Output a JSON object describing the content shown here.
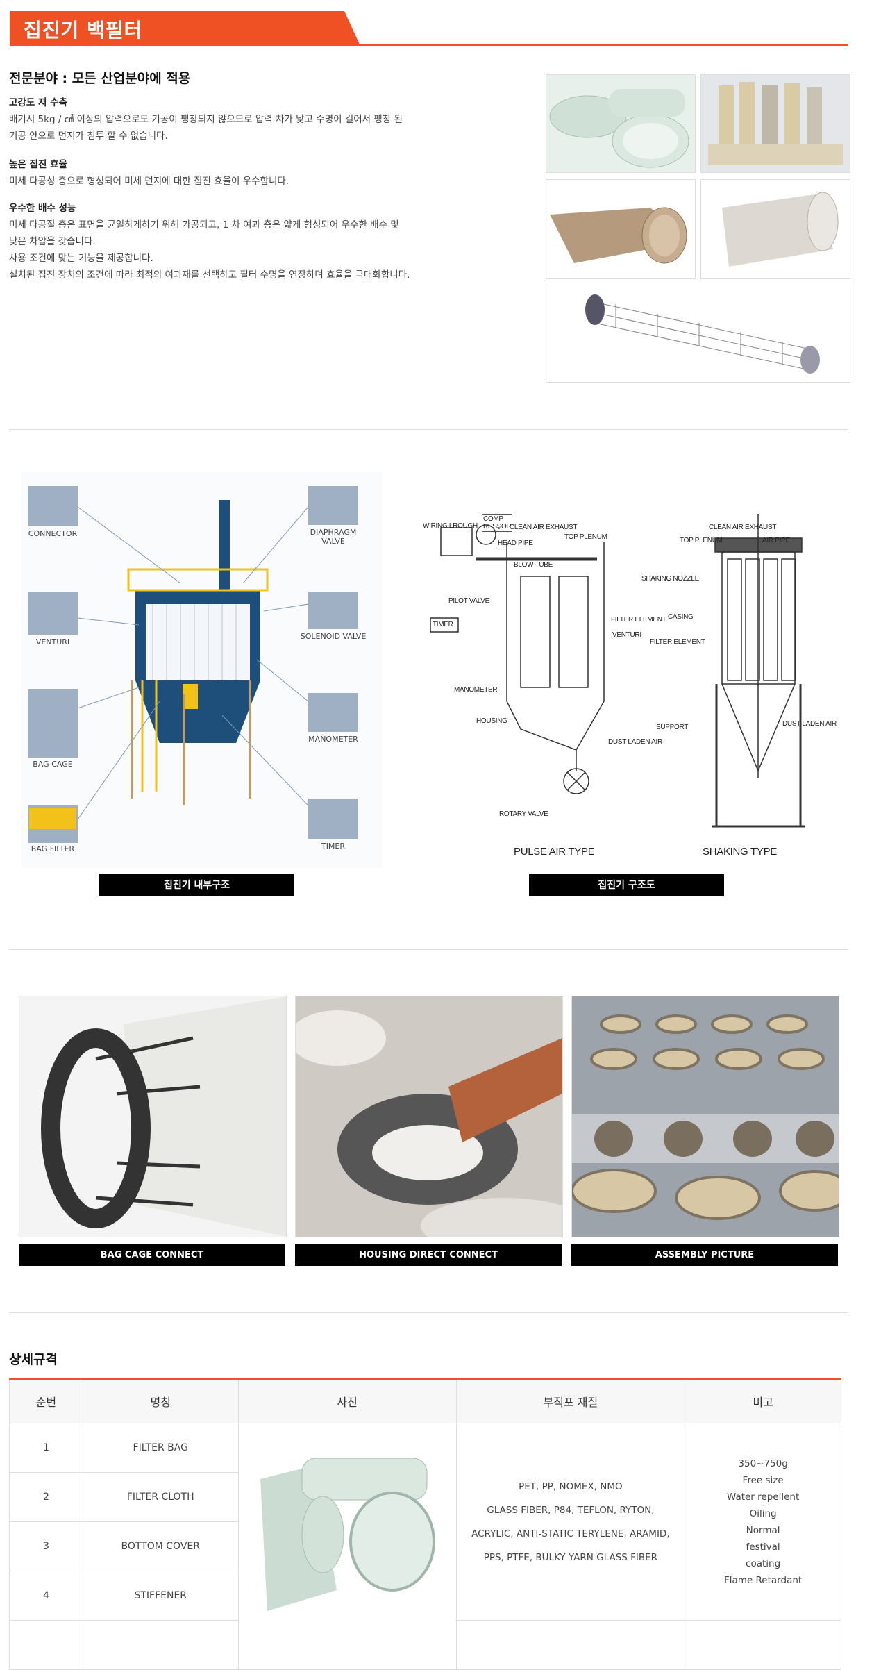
{
  "header": {
    "title": "집진기 백필터"
  },
  "intro": {
    "subtitle": "전문분야 : 모든 산업분야에 적용",
    "features": [
      {
        "title": "고강도 저 수축",
        "lines": [
          "배기시 5kg / ㎠ 이상의 압력으로도 기공이 팽창되지 않으므로 압력 차가 낮고 수명이 길어서 팽창 된",
          "기공 안으로 먼지가 침투 할 수 없습니다."
        ]
      },
      {
        "title": "높은 집진 효율",
        "lines": [
          "미세 다공성 층으로 형성되어 미세 먼지에 대한 집진 효율이 우수합니다."
        ]
      },
      {
        "title": "우수한 배수 성능",
        "lines": [
          "미세 다공질 층은 표면을 균일하게하기 위해 가공되고, 1 차 여과 층은 얇게 형성되어 우수한 배수 및",
          "낮은 차압을 갖습니다.",
          "사용 조건에 맞는 기능을 제공합니다.",
          "설치된 집진 장치의 조건에 따라 최적의 여과재를 선택하고 필터 수명을 연장하며 효율을 극대화합니다."
        ]
      }
    ]
  },
  "structure": {
    "left": {
      "caption": "집진기 내부구조",
      "labels": {
        "connector": "CONNECTOR",
        "venturi": "VENTURI",
        "bag_cage": "BAG CAGE",
        "bag_filter": "BAG FILTER",
        "diaphragm_1": "DIAPHRAGM",
        "diaphragm_2": "VALVE",
        "solenoid": "SOLENOID VALVE",
        "manometer": "MANOMETER",
        "timer": "TIMER"
      }
    },
    "right": {
      "caption": "집진기 구조도",
      "pulse": {
        "wiring": "WIRING LROUGH",
        "comp1": "COMP",
        "comp2": "RESSOR",
        "clean": "CLEAN AIR EXHAUST",
        "head": "HEAD PIPE",
        "top": "TOP PLENUM",
        "blow": "BLOW TUBE",
        "pilot": "PILOT VALVE",
        "timer": "TIMER",
        "filter": "FILTER ELEMENT",
        "venturi": "VENTURI",
        "manometer": "MANOMETER",
        "housing": "HOUSING",
        "dust": "DUST LADEN AIR",
        "rotary": "ROTARY VALVE",
        "type": "PULSE AIR TYPE"
      },
      "shaking": {
        "clean": "CLEAN AIR EXHAUST",
        "top": "TOP PLENUM",
        "air": "AIR PIPE",
        "nozzle": "SHAKING NOZZLE",
        "casing": "CASING",
        "filter": "FILTER ELEMENT",
        "support": "SUPPORT",
        "dust": "DUST LADEN AIR",
        "type": "SHAKING TYPE"
      }
    }
  },
  "photos": [
    {
      "caption": "BAG CAGE CONNECT"
    },
    {
      "caption": "HOUSING DIRECT CONNECT"
    },
    {
      "caption": "ASSEMBLY PICTURE"
    }
  ],
  "spec": {
    "title": "상세규격",
    "headers": [
      "순번",
      "명칭",
      "사진",
      "부직포 재질",
      "비고"
    ],
    "rows": [
      {
        "no": "1",
        "name": "FILTER BAG"
      },
      {
        "no": "2",
        "name": "FILTER CLOTH"
      },
      {
        "no": "3",
        "name": "BOTTOM COVER"
      },
      {
        "no": "4",
        "name": "STIFFENER"
      }
    ],
    "materials": [
      "PET, PP, NOMEX, NMO",
      "GLASS FIBER, P84, TEFLON, RYTON,",
      "ACRYLIC, ANTI-STATIC TERYLENE, ARAMID,",
      "PPS, PTFE, BULKY YARN GLASS FIBER"
    ],
    "notes": [
      "350~750g",
      "Free size",
      "Water repellent",
      "Oiling",
      "Normal",
      "festival",
      "coating",
      "Flame Retardant"
    ]
  }
}
